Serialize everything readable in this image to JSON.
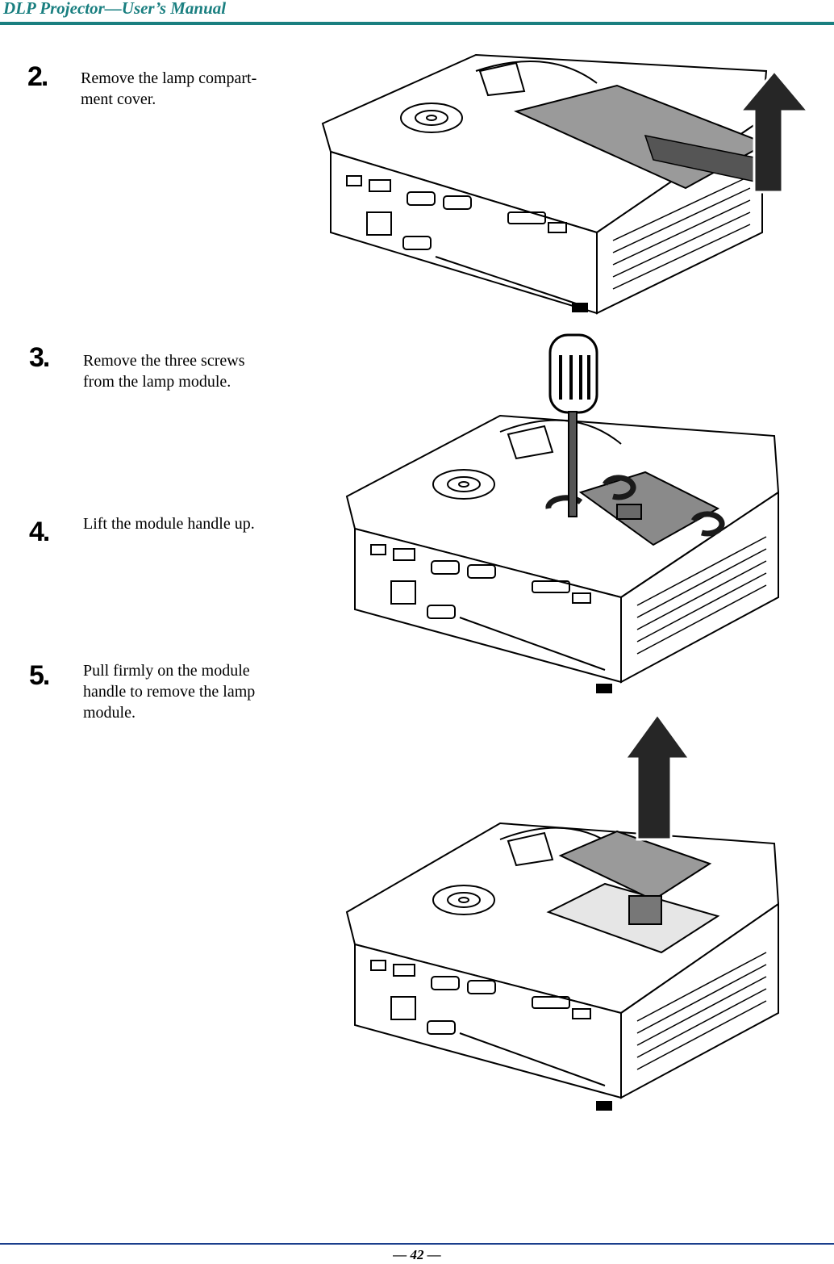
{
  "header": {
    "title": "DLP Projector—User’s Manual"
  },
  "steps": [
    {
      "number": "2.",
      "text": "Remove the lamp compart-\nment cover."
    },
    {
      "number": "3.",
      "text": "Remove the three screws from the lamp module."
    },
    {
      "number": "4.",
      "text": "Lift the module handle up."
    },
    {
      "number": "5.",
      "text": "Pull firmly on the module handle to remove the lamp module."
    }
  ],
  "footer": {
    "page": "— 42 —"
  },
  "colors": {
    "accent": "#1a7f80",
    "footer_rule": "#1a3e8c"
  },
  "figures": [
    {
      "name": "projector-lamp-cover-removal",
      "icon": "up-arrow-icon"
    },
    {
      "name": "projector-screw-removal",
      "icon": "screwdriver-icon"
    },
    {
      "name": "projector-lamp-module-lift",
      "icon": "up-arrow-icon"
    }
  ]
}
